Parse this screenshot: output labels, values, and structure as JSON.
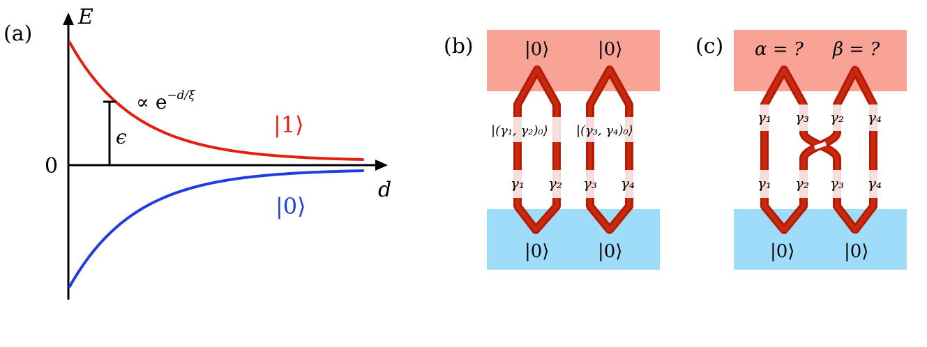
{
  "panel_a": {
    "label": "(a)",
    "y_axis_label": "E",
    "x_axis_label": "d",
    "zero_label": "0",
    "scaling_label": "∝ e^{−d/ξ}",
    "scaling_prefix": "∝ e",
    "scaling_exponent": "−d/ξ",
    "splitting_label": "ϵ",
    "upper_state_label": "|1⟩",
    "lower_state_label": "|0⟩",
    "colors": {
      "upper": "#e02010",
      "lower": "#1e3ee0"
    }
  },
  "panel_b": {
    "label": "(b)",
    "top_states": [
      "|0⟩",
      "|0⟩"
    ],
    "bottom_states": [
      "|0⟩",
      "|0⟩"
    ],
    "pair_labels": [
      "|(γ₁, γ₂)₀⟩",
      "|(γ₃, γ₄)₀⟩"
    ],
    "wire_labels": [
      "γ₁",
      "γ₂",
      "γ₃",
      "γ₄"
    ]
  },
  "panel_c": {
    "label": "(c)",
    "top_states": [
      "α = ?",
      "β = ?"
    ],
    "bottom_states": [
      "|0⟩",
      "|0⟩"
    ],
    "upper_wire_labels": [
      "γ₁",
      "γ₃",
      "γ₂",
      "γ₄"
    ],
    "lower_wire_labels": [
      "γ₁",
      "γ₂",
      "γ₃",
      "γ₄"
    ]
  },
  "colors": {
    "top_band": "#f9a396",
    "bottom_band": "#9fdcfa",
    "wire": "#b51a00"
  }
}
